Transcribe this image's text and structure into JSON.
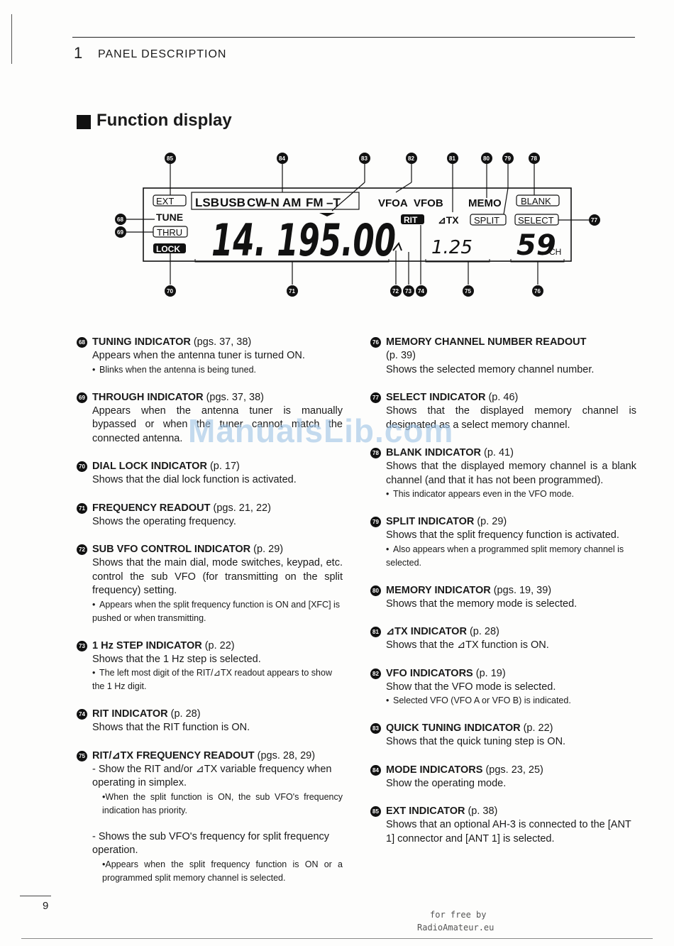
{
  "header": {
    "chapter_number": "1",
    "chapter_title": "PANEL DESCRIPTION"
  },
  "section": {
    "title": "Function display"
  },
  "figure": {
    "top_labels": [
      "EXT",
      "LSB",
      "USB",
      "CW",
      "–N",
      "AM",
      "FM",
      "–T",
      "VFOA",
      "VFOB",
      "MEMO",
      "BLANK"
    ],
    "side_labels": {
      "tune": "TUNE",
      "thru": "THRU",
      "lock": "LOCK",
      "rit": "RIT",
      "dtx": "⊿TX",
      "split": "SPLIT",
      "select": "SELECT",
      "ch": "CH"
    },
    "main_frequency": "14. 195.00",
    "sub_frequency": "1.25",
    "channel": "59",
    "callouts_top": [
      "85",
      "84",
      "83",
      "82",
      "81",
      "80",
      "79",
      "78"
    ],
    "callouts_left": [
      "68",
      "69"
    ],
    "callout_right": "77",
    "callouts_bottom": [
      "70",
      "71",
      "72",
      "73",
      "74",
      "75",
      "76"
    ]
  },
  "watermark": "ManualsLib.com",
  "left_column": [
    {
      "num": "68",
      "title": "TUNING INDICATOR",
      "pages": " (pgs. 37, 38)",
      "body": "Appears when the antenna tuner is turned ON.",
      "note": "Blinks when the antenna is being tuned."
    },
    {
      "num": "69",
      "title": "THROUGH INDICATOR",
      "pages": " (pgs. 37, 38)",
      "body": "Appears when the antenna tuner is manually bypassed or when the tuner cannot match the connected antenna."
    },
    {
      "num": "70",
      "title": "DIAL LOCK INDICATOR",
      "pages": " (p. 17)",
      "body": "Shows that the dial lock function is activated."
    },
    {
      "num": "71",
      "title": "FREQUENCY READOUT",
      "pages": " (pgs. 21, 22)",
      "body": "Shows the operating frequency."
    },
    {
      "num": "72",
      "title": "SUB VFO CONTROL INDICATOR",
      "pages": " (p. 29)",
      "body": "Shows that the main dial, mode switches, keypad, etc. control the sub VFO (for transmitting on the split frequency) setting.",
      "note": "Appears when the split frequency function is ON and [XFC] is pushed or when transmitting."
    },
    {
      "num": "73",
      "title": "1 Hz STEP INDICATOR",
      "pages": " (p. 22)",
      "body": "Shows that the 1 Hz step is selected.",
      "note": "The left most digit of the RIT/⊿TX readout appears to show the 1 Hz digit."
    },
    {
      "num": "74",
      "title": "RIT INDICATOR",
      "pages": " (p. 28)",
      "body": "Shows that the RIT function is ON."
    },
    {
      "num": "75",
      "title": "RIT/⊿TX FREQUENCY READOUT",
      "pages": " (pgs. 28, 29)",
      "dash1": "- Show the RIT and/or ⊿TX variable frequency when operating in simplex.",
      "note1": "When the split function is ON, the sub VFO's frequency indication has priority.",
      "dash2": "- Shows the sub VFO's frequency for split frequency operation.",
      "note2": "Appears when the split frequency function is ON or a programmed split memory channel is selected."
    }
  ],
  "right_column": [
    {
      "num": "76",
      "title": "MEMORY CHANNEL NUMBER READOUT",
      "pages": "(p. 39)",
      "body": "Shows the selected memory channel number."
    },
    {
      "num": "77",
      "title": "SELECT INDICATOR",
      "pages": " (p. 46)",
      "body": "Shows that the displayed memory channel is designated as a select memory channel."
    },
    {
      "num": "78",
      "title": "BLANK INDICATOR",
      "pages": " (p. 41)",
      "body": "Shows that the displayed memory channel is a blank channel (and that it has not been programmed).",
      "note": "This indicator appears even in the VFO mode."
    },
    {
      "num": "79",
      "title": "SPLIT INDICATOR",
      "pages": " (p. 29)",
      "body": "Shows that the split frequency function is activated.",
      "note": "Also appears when a programmed split memory channel is selected."
    },
    {
      "num": "80",
      "title": "MEMORY INDICATOR",
      "pages": " (pgs. 19, 39)",
      "body": "Shows that the memory mode is selected."
    },
    {
      "num": "81",
      "title": "⊿TX INDICATOR",
      "pages": " (p. 28)",
      "body": "Shows that the ⊿TX function is ON."
    },
    {
      "num": "82",
      "title": "VFO INDICATORS",
      "pages": " (p. 19)",
      "body": "Show that the VFO mode is selected.",
      "note": "Selected VFO (VFO A or VFO B) is indicated."
    },
    {
      "num": "83",
      "title": "QUICK TUNING INDICATOR",
      "pages": " (p. 22)",
      "body": "Shows that the quick tuning step is ON."
    },
    {
      "num": "84",
      "title": "MODE INDICATORS",
      "pages": " (pgs. 23, 25)",
      "body": "Show the operating mode."
    },
    {
      "num": "85",
      "title": "EXT INDICATOR",
      "pages": " (p. 38)",
      "body": "Shows that an optional AH-3 is connected to the [ANT 1] connector and [ANT 1] is selected."
    }
  ],
  "footer": {
    "page_number": "9",
    "free_text": "for free by",
    "site_text": "RadioAmateur.eu"
  }
}
